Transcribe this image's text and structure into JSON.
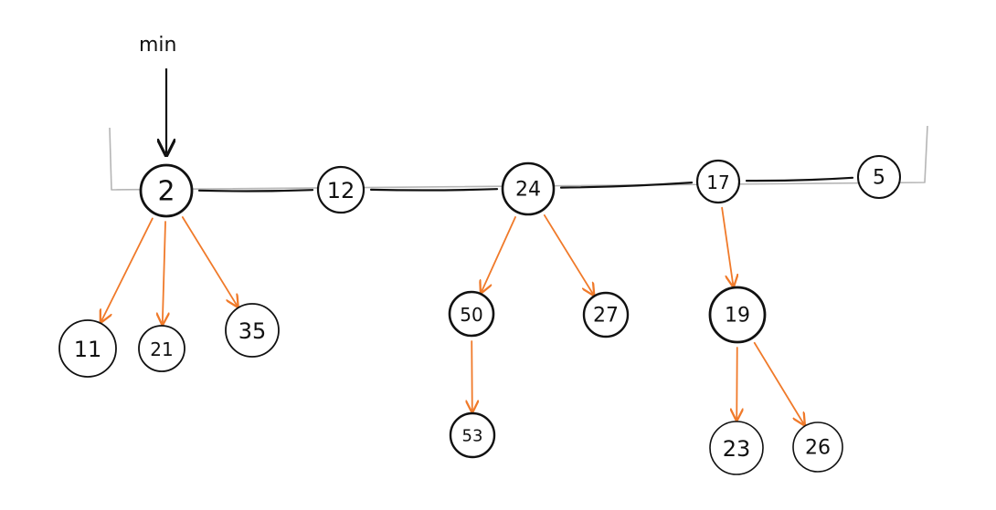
{
  "min_pointer": {
    "label": "min",
    "target": "2"
  },
  "colors": {
    "ink": "#111111",
    "child_arrow": "#f07a2a",
    "root_box": "#b5b5b5"
  },
  "root_list": [
    "2",
    "12",
    "24",
    "17",
    "5"
  ],
  "children": {
    "2": [
      "11",
      "21",
      "35"
    ],
    "24": [
      "50",
      "27"
    ],
    "50": [
      "53"
    ],
    "17": [
      "19"
    ],
    "19": [
      "23",
      "26"
    ]
  }
}
